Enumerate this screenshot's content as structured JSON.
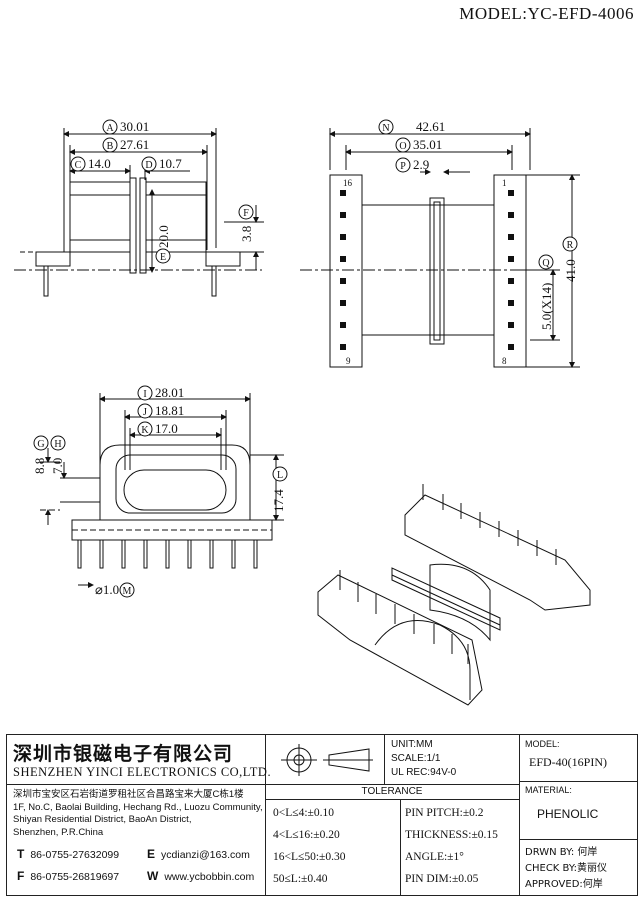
{
  "title": "MODEL:YC-EFD-4006",
  "dims": {
    "A": "30.01",
    "B": "27.61",
    "C": "14.0",
    "D": "10.7",
    "E": "20.0",
    "F": "3.8",
    "N": "42.61",
    "O": "35.01",
    "P": "2.9",
    "Q": "5.0(X14)",
    "R": "41.0",
    "I": "28.01",
    "J": "18.81",
    "K": "17.0",
    "G": "8.8",
    "H": "7.0",
    "L": "17.4",
    "M": "⌀1.0"
  },
  "labels": {
    "A": "A",
    "B": "B",
    "C": "C",
    "D": "D",
    "E": "E",
    "F": "F",
    "G": "G",
    "H": "H",
    "I": "I",
    "J": "J",
    "K": "K",
    "L": "L",
    "M": "M",
    "N": "N",
    "O": "O",
    "P": "P",
    "Q": "Q",
    "R": "R"
  },
  "pins": {
    "p16": "16",
    "p1": "1",
    "p9": "9",
    "p8": "8"
  },
  "company": {
    "cn_name": "深圳市银磁电子有限公司",
    "en_name": "SHENZHEN YINCI ELECTRONICS CO,LTD.",
    "addr_cn": "深圳市宝安区石岩街道罗租社区合昌路宝来大厦C栋1楼",
    "addr1": "1F, No.C, Baolai Building, Hechang Rd., Luozu Community,",
    "addr2": "Shiyan Residential District, BaoAn District,",
    "addr3": "Shenzhen, P.R.China",
    "tel_label": "T",
    "tel": "86-0755-27632099",
    "fax_label": "F",
    "fax": "86-0755-26819697",
    "email_label": "E",
    "email": "ycdianzi@163.com",
    "web_label": "W",
    "web": "www.ycbobbin.com"
  },
  "specs": {
    "unit": "UNIT:MM",
    "scale": "SCALE:1/1",
    "ul": "UL REC:94V-0",
    "model_label": "MODEL:",
    "model_value": "EFD-40(16PIN)",
    "material_label": "MATERIAL:",
    "material_value": "PHENOLIC"
  },
  "tolerance": {
    "title": "TOLERANCE",
    "rows": [
      "0<L≤4:±0.10",
      "4<L≤16:±0.20",
      "16<L≤50:±0.30",
      "50≤L:±0.40"
    ],
    "right": [
      "PIN PITCH:±0.2",
      "THICKNESS:±0.15",
      "ANGLE:±1°",
      "PIN DIM:±0.05"
    ]
  },
  "approvals": {
    "drwn": "DRWN BY: 何岸",
    "check": "CHECK BY:黄丽仪",
    "approved": "APPROVED:何岸"
  }
}
